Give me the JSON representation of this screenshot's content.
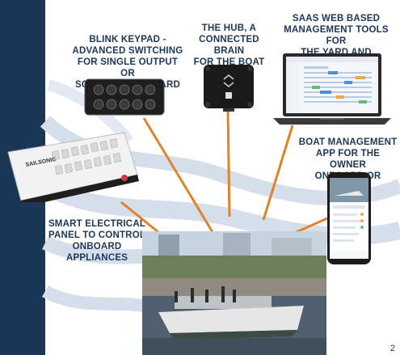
{
  "labels": {
    "keypad": [
      "BLINK KEYPAD -",
      "ADVANCED SWITCHING",
      "FOR SINGLE OUTPUT OR",
      "SCENARIO ON BOARD"
    ],
    "hub": [
      "THE HUB, A",
      "CONNECTED BRAIN",
      "FOR THE BOAT"
    ],
    "saas": [
      "SAAS WEB BASED",
      "MANAGEMENT TOOLS FOR",
      "THE YARD AND DEALERS"
    ],
    "app": [
      "BOAT MANAGEMENT",
      "APP FOR THE OWNER",
      "ONBOARD OR ASHORE"
    ],
    "panel": [
      "SMART ELECTRICAL",
      "PANEL TO CONTROL",
      "ONBOARD APPLIANCES"
    ]
  },
  "panel_brand": "SAILSONIC",
  "page_number": "2",
  "colors": {
    "navy": "#1c3656",
    "connector": "#e0822a",
    "wave": "#c9d4e6",
    "device_dark": "#1e1e1e"
  }
}
